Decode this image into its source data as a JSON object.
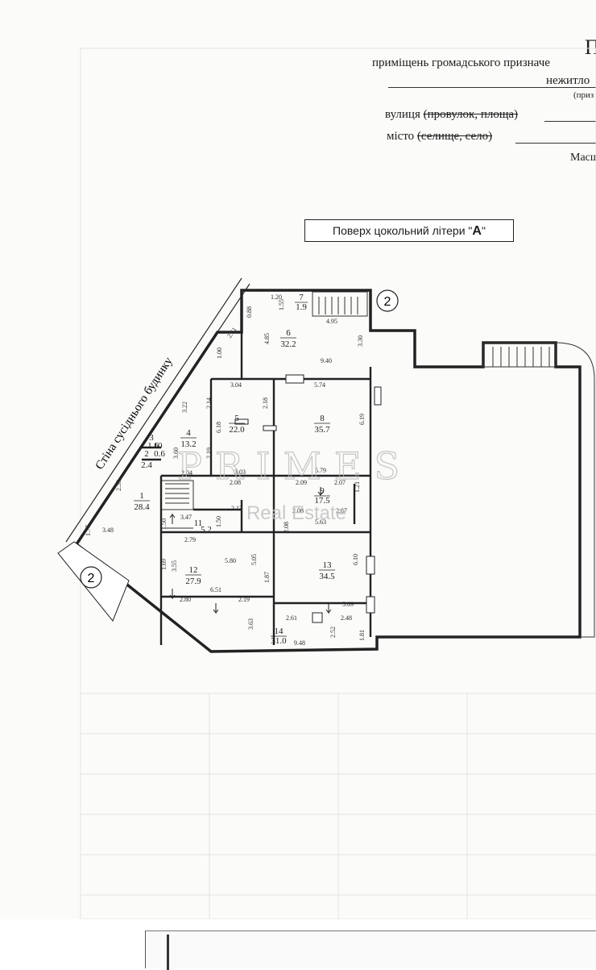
{
  "header": {
    "title": "П",
    "line1": "приміщень громадського призначе",
    "line2": "нежитло",
    "line2_small": "(приз",
    "street_prefix": "вулиця ",
    "street_strike": "(провулок, площа)",
    "city_prefix": "місто ",
    "city_strike": "(селище, село)",
    "scale": "Масш"
  },
  "floor_label": {
    "text": "Поверх цокольний літери \"",
    "letter": "А",
    "close": "\""
  },
  "neighbor_wall_label": "Стіна сусіднього будинку",
  "axis_markers": [
    "2",
    "2"
  ],
  "watermark": {
    "line1": "PRIMES",
    "line2": "Real Estate"
  },
  "rooms": [
    {
      "number": "1",
      "area": "28.4"
    },
    {
      "number": "2",
      "area": "2.4"
    },
    {
      "number": "3",
      "area": "1.6"
    },
    {
      "number": "4",
      "area": "13.2"
    },
    {
      "number": "5",
      "area": "22.0"
    },
    {
      "number": "6",
      "area": "32.2"
    },
    {
      "number": "7",
      "area": "1.9"
    },
    {
      "number": "8",
      "area": "35.7"
    },
    {
      "number": "9",
      "area": "17.5"
    },
    {
      "number": "10",
      "area": "0.6"
    },
    {
      "number": "11",
      "area": "5.2"
    },
    {
      "number": "12",
      "area": "27.9"
    },
    {
      "number": "13",
      "area": "34.5"
    },
    {
      "number": "14",
      "area": "31.0"
    }
  ],
  "dimensions": [
    "1.20",
    "1.55",
    "4.95",
    "2.61",
    "4.85",
    "0.88",
    "1.00",
    "9.40",
    "3.30",
    "3.04",
    "5.74",
    "3.22",
    "2.14",
    "2.18",
    "6.19",
    "6.18",
    "3.60",
    "2.19",
    "2.04",
    "3.03",
    "5.79",
    "2.08",
    "2.09",
    "2.07",
    "2.33",
    "1.77",
    "3.48",
    "3.47",
    "1.50",
    "1.50",
    "2.13",
    "2.08",
    "2.07",
    "5.63",
    "1.21",
    "2.79",
    "5.80",
    "1.69",
    "3.55",
    "5.05",
    "6.10",
    "1.87",
    "2.80",
    "6.51",
    "2.19",
    "5.69",
    "2.61",
    "2.48",
    "3.63",
    "2.52",
    "9.48",
    "1.81",
    "2.08"
  ]
}
